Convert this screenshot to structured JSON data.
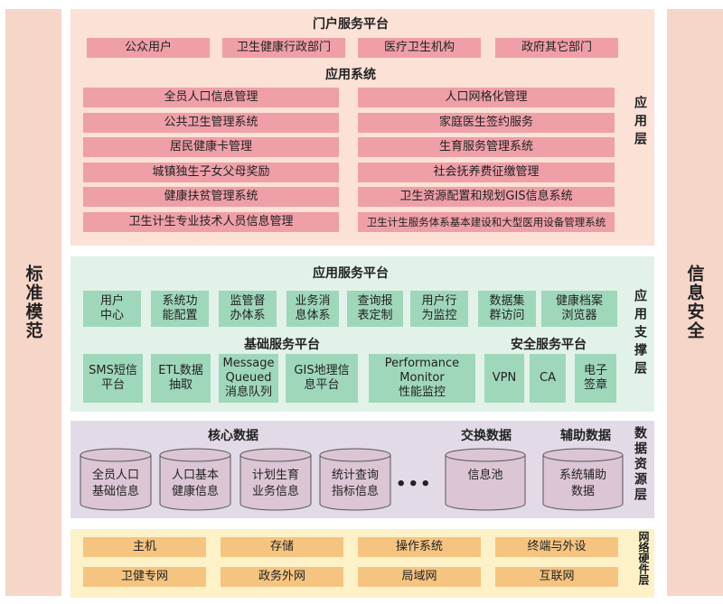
{
  "sides": {
    "left": "标准模范",
    "right": "信息安全"
  },
  "app_layer": {
    "label": "应用层",
    "portal_title": "门户服务平台",
    "portal_items": [
      "公众用户",
      "卫生健康行政部门",
      "医疗卫生机构",
      "政府其它部门"
    ],
    "apps_title": "应用系统",
    "apps_left": [
      "全员人口信息管理",
      "公共卫生管理系统",
      "居民健康卡管理",
      "城镇独生子女父母奖励",
      "健康扶贫管理系统",
      "卫生计生专业技术人员信息管理"
    ],
    "apps_right": [
      "人口网格化管理",
      "家庭医生签约服务",
      "生育服务管理系统",
      "社会抚养费征缴管理",
      "卫生资源配置和规划GIS信息系统",
      "卫生计生服务体系基本建设和大型医用设备管理系统"
    ]
  },
  "support_layer": {
    "label": "应用支撑层",
    "app_service_title": "应用服务平台",
    "app_services": [
      "用户\n中心",
      "系统功\n能配置",
      "监管督\n办体系",
      "业务消\n息体系",
      "查询报\n表定制",
      "用户行\n为监控",
      "数据集\n群访问",
      "健康档案\n浏览器"
    ],
    "base_title": "基础服务平台",
    "base_services": [
      "SMS短信\n平台",
      "ETL数据\n抽取",
      "Message\nQueued\n消息队列",
      "GIS地理信\n息平台",
      "Performance\nMonitor\n性能监控"
    ],
    "security_title": "安全服务平台",
    "security_services": [
      "VPN",
      "CA",
      "电子\n签章"
    ]
  },
  "data_layer": {
    "label": "数据资源层",
    "core_title": "核心数据",
    "core_items": [
      "全员人口\n基础信息",
      "人口基本\n健康信息",
      "计划生育\n业务信息",
      "统计查询\n指标信息"
    ],
    "ellipsis": "•••",
    "exchange_title": "交换数据",
    "exchange_items": [
      "信息池"
    ],
    "aux_title": "辅助数据",
    "aux_items": [
      "系统辅助\n数据"
    ]
  },
  "hw_layer": {
    "label": "网络硬件层",
    "row1": [
      "主机",
      "存储",
      "操作系统",
      "终端与外设"
    ],
    "row2": [
      "卫健专网",
      "政务外网",
      "局域网",
      "互联网"
    ]
  },
  "colors": {
    "side": "#f5d6c8",
    "app_bg": "#fbe1d6",
    "app_box": "#ef9fa8",
    "support_bg": "#e2f2e9",
    "support_box": "#9fd7bb",
    "data_bg": "#e2dbe7",
    "cylinder": "#dcc5d4",
    "hw_bg": "#fdf1c8",
    "hw_box": "#f5c481"
  }
}
